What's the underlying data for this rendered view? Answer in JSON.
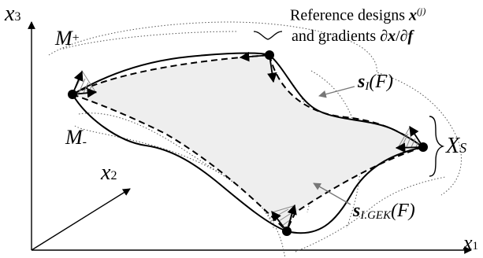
{
  "labels": {
    "x3_axis": "x",
    "x3_sub": "3",
    "x2_axis": "x",
    "x2_sub": "2",
    "x1_axis": "x",
    "x1_sub": "1",
    "m_plus": "M",
    "m_plus_sub": "+",
    "m_minus": "M",
    "m_minus_sub": "-",
    "xs": "X",
    "xs_sub": "S",
    "ref_line1_text": "Reference designs ",
    "ref_line1_var": "x",
    "ref_line1_sup": "(j)",
    "ref_line2_text": "and gradients ∂",
    "ref_line2_x": "x",
    "ref_line2_slash": "/∂",
    "ref_line2_f": "f",
    "sI_bold": "s",
    "sI_sub": "I",
    "sI_arg": "(F)",
    "sGEK_bold": "s",
    "sGEK_sub": "I.GEK",
    "sGEK_arg": "(F)"
  },
  "colors": {
    "region_fill": "#eeeeee",
    "stroke": "#000000",
    "dotted": "#555555",
    "hatch": "#888888",
    "leader": "#777777"
  }
}
